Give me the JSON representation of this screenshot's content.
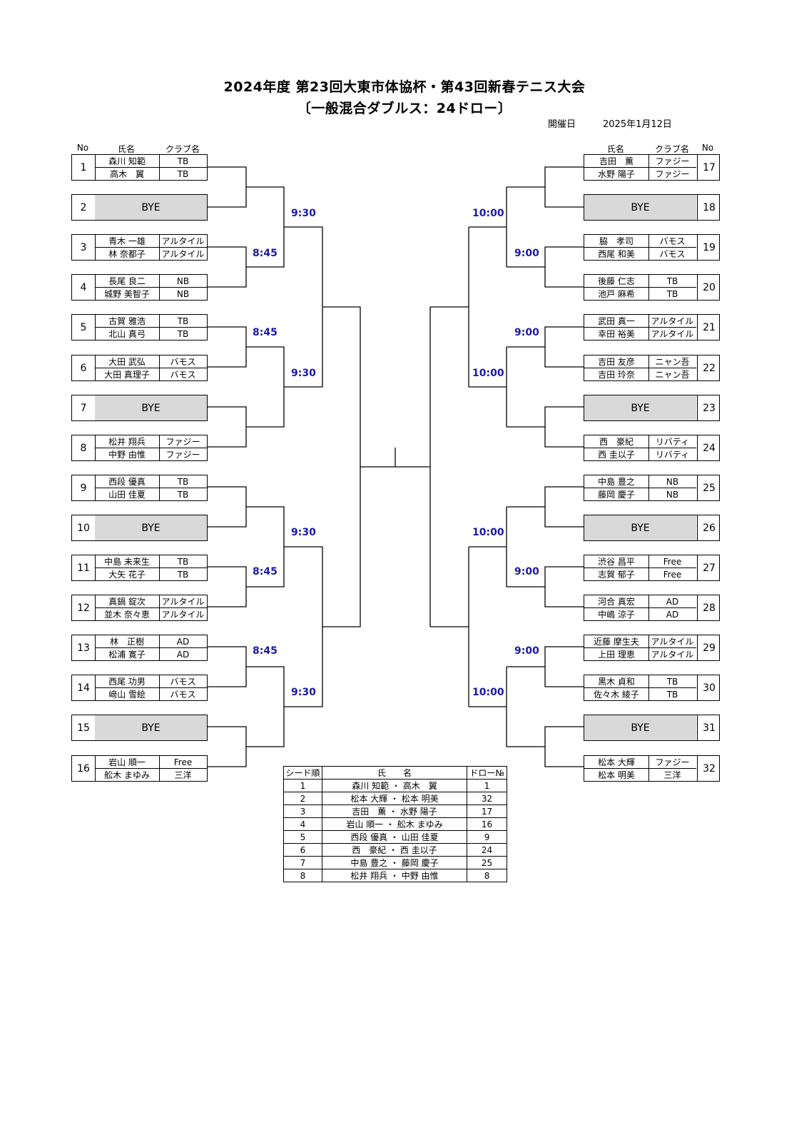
{
  "title": {
    "line1": "2024年度 第23回大東市体協杯・第43回新春テニス大会",
    "line2": "〔一般混合ダブルス：24ドロー〕"
  },
  "event_date": {
    "label": "開催日",
    "value": "2025年1月12日"
  },
  "headers": {
    "no": "No",
    "name": "氏名",
    "club": "クラブ名"
  },
  "bye_label": "BYE",
  "left_entries": [
    {
      "no": "1",
      "p1": "森川 知範",
      "c1": "TB",
      "p2": "高木　翼",
      "c2": "TB"
    },
    {
      "no": "2",
      "bye": true
    },
    {
      "no": "3",
      "p1": "青木 一雄",
      "c1": "アルタイル",
      "p2": "林 奈都子",
      "c2": "アルタイル"
    },
    {
      "no": "4",
      "p1": "長尾 良二",
      "c1": "NB",
      "p2": "城野 美智子",
      "c2": "NB"
    },
    {
      "no": "5",
      "p1": "古賀 雅浩",
      "c1": "TB",
      "p2": "北山 真弓",
      "c2": "TB"
    },
    {
      "no": "6",
      "p1": "大田 武弘",
      "c1": "バモス",
      "p2": "大田 真理子",
      "c2": "バモス"
    },
    {
      "no": "7",
      "bye": true
    },
    {
      "no": "8",
      "p1": "松井 翔兵",
      "c1": "ファジー",
      "p2": "中野 由惟",
      "c2": "ファジー"
    },
    {
      "no": "9",
      "p1": "西段 優真",
      "c1": "TB",
      "p2": "山田 佳夏",
      "c2": "TB"
    },
    {
      "no": "10",
      "bye": true
    },
    {
      "no": "11",
      "p1": "中島 未来生",
      "c1": "TB",
      "p2": "大矢 花子",
      "c2": "TB"
    },
    {
      "no": "12",
      "p1": "真鍋 錠次",
      "c1": "アルタイル",
      "p2": "並木 奈々恵",
      "c2": "アルタイル"
    },
    {
      "no": "13",
      "p1": "林　正樹",
      "c1": "AD",
      "p2": "松浦 寛子",
      "c2": "AD"
    },
    {
      "no": "14",
      "p1": "西尾 功男",
      "c1": "バモス",
      "p2": "﨑山 雪絵",
      "c2": "バモス"
    },
    {
      "no": "15",
      "bye": true
    },
    {
      "no": "16",
      "p1": "岩山 順一",
      "c1": "Free",
      "p2": "舩木 まゆみ",
      "c2": "三洋"
    }
  ],
  "right_entries": [
    {
      "no": "17",
      "p1": "吉田　薫",
      "c1": "ファジー",
      "p2": "水野 陽子",
      "c2": "ファジー"
    },
    {
      "no": "18",
      "bye": true
    },
    {
      "no": "19",
      "p1": "脇　孝司",
      "c1": "バモス",
      "p2": "西尾 和美",
      "c2": "バモス"
    },
    {
      "no": "20",
      "p1": "後藤 仁志",
      "c1": "TB",
      "p2": "池戸 麻希",
      "c2": "TB"
    },
    {
      "no": "21",
      "p1": "武田 真一",
      "c1": "アルタイル",
      "p2": "幸田 裕美",
      "c2": "アルタイル"
    },
    {
      "no": "22",
      "p1": "吉田 友彦",
      "c1": "ニャン吾",
      "p2": "吉田 玲奈",
      "c2": "ニャン吾"
    },
    {
      "no": "23",
      "bye": true
    },
    {
      "no": "24",
      "p1": "西　豪紀",
      "c1": "リバティ",
      "p2": "西 圭以子",
      "c2": "リバティ"
    },
    {
      "no": "25",
      "p1": "中島 豊之",
      "c1": "NB",
      "p2": "藤岡 慶子",
      "c2": "NB"
    },
    {
      "no": "26",
      "bye": true
    },
    {
      "no": "27",
      "p1": "渋谷 昌平",
      "c1": "Free",
      "p2": "志賀 郁子",
      "c2": "Free"
    },
    {
      "no": "28",
      "p1": "河合 真宏",
      "c1": "AD",
      "p2": "中嶋 涼子",
      "c2": "AD"
    },
    {
      "no": "29",
      "p1": "近藤 摩生夫",
      "c1": "アルタイル",
      "p2": "上田 理恵",
      "c2": "アルタイル"
    },
    {
      "no": "30",
      "p1": "黒木 貞和",
      "c1": "TB",
      "p2": "佐々木 綾子",
      "c2": "TB"
    },
    {
      "no": "31",
      "bye": true
    },
    {
      "no": "32",
      "p1": "松本 大輝",
      "c1": "ファジー",
      "p2": "松本 明美",
      "c2": "三洋"
    }
  ],
  "times_left": {
    "r1": [
      "8:45",
      "8:45",
      "8:45",
      "8:45"
    ],
    "r2": [
      "9:30",
      "9:30",
      "9:30",
      "9:30"
    ]
  },
  "times_right": {
    "r1": [
      "9:00",
      "9:00",
      "9:00",
      "9:00"
    ],
    "r2": [
      "10:00",
      "10:00",
      "10:00",
      "10:00"
    ]
  },
  "seed_table": {
    "headers": [
      "シード順",
      "氏　　名",
      "ドロー№"
    ],
    "rows": [
      [
        "1",
        "森川 知範 ・ 高木　翼",
        "1"
      ],
      [
        "2",
        "松本 大輝 ・ 松本 明美",
        "32"
      ],
      [
        "3",
        "吉田　薫 ・ 水野 陽子",
        "17"
      ],
      [
        "4",
        "岩山 順一 ・ 舩木 まゆみ",
        "16"
      ],
      [
        "5",
        "西段 優真 ・ 山田 佳夏",
        "9"
      ],
      [
        "6",
        "西　豪紀 ・ 西 圭以子",
        "24"
      ],
      [
        "7",
        "中島 豊之 ・ 藤岡 慶子",
        "25"
      ],
      [
        "8",
        "松井 翔兵 ・ 中野 由惟",
        "8"
      ]
    ]
  }
}
